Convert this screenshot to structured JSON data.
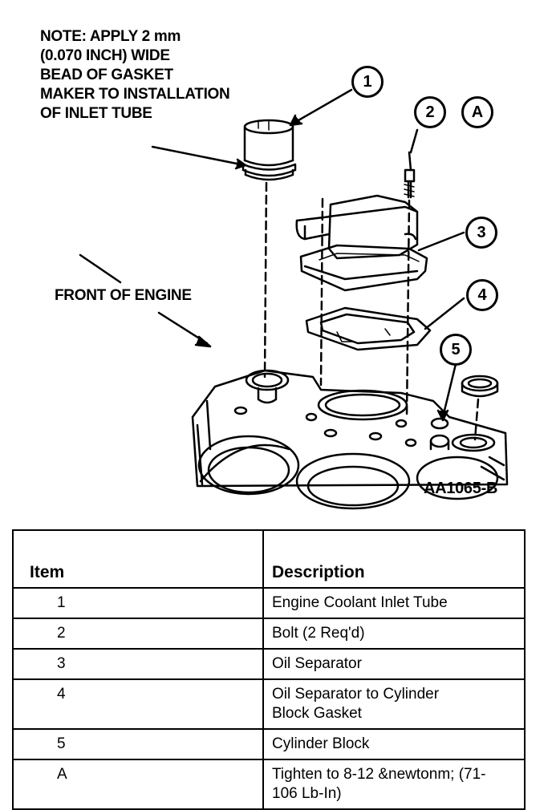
{
  "note_lines": [
    "NOTE: APPLY 2 mm",
    "(0.070 INCH) WIDE",
    "BEAD OF GASKET",
    "MAKER  TO INSTALLATION",
    "OF  INLET TUBE"
  ],
  "front_label": "FRONT OF ENGINE",
  "figure_id": "AA1065-B",
  "callouts": [
    "1",
    "2",
    "A",
    "3",
    "4",
    "5"
  ],
  "table": {
    "header_item": "Item",
    "header_description": "Description",
    "rows": [
      {
        "item": "1",
        "description": "Engine Coolant Inlet Tube"
      },
      {
        "item": "2",
        "description": "Bolt (2 Req'd)"
      },
      {
        "item": "3",
        "description": "Oil Separator"
      },
      {
        "item": "4",
        "description": "Oil Separator to Cylinder Block Gasket"
      },
      {
        "item": "5",
        "description": "Cylinder Block"
      },
      {
        "item": "A",
        "description": "Tighten to 8-12 &newtonm; (71-106 Lb-In)"
      }
    ]
  }
}
